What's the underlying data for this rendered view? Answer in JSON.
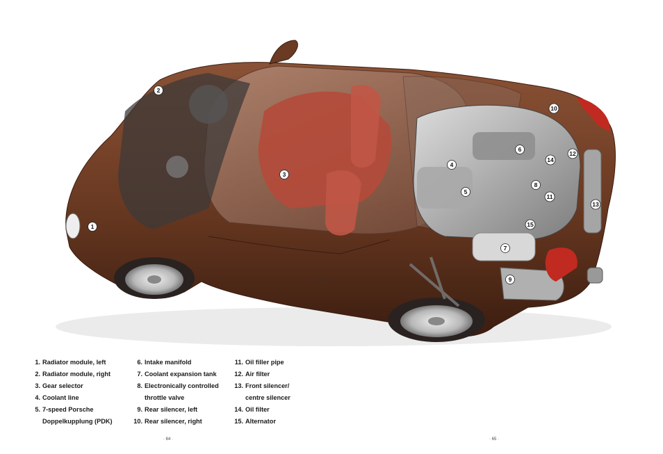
{
  "callouts": [
    "1",
    "2",
    "3",
    "4",
    "5",
    "6",
    "7",
    "8",
    "9",
    "10",
    "11",
    "12",
    "13",
    "14",
    "15"
  ],
  "legend": {
    "col1": [
      {
        "num": "1.",
        "text": "Radiator module, left"
      },
      {
        "num": "2.",
        "text": "Radiator module, right"
      },
      {
        "num": "3.",
        "text": "Gear selector"
      },
      {
        "num": "4.",
        "text": "Coolant line"
      },
      {
        "num": "5.",
        "text": "7-speed Porsche"
      },
      {
        "num": "",
        "text": "Doppelkupplung (PDK)"
      }
    ],
    "col2": [
      {
        "num": "6.",
        "text": "Intake manifold"
      },
      {
        "num": "7.",
        "text": "Coolant expansion tank"
      },
      {
        "num": "8.",
        "text": "Electronically controlled"
      },
      {
        "num": "",
        "text": "throttle valve"
      },
      {
        "num": "9.",
        "text": "Rear silencer, left"
      },
      {
        "num": "10.",
        "text": "Rear silencer, right"
      }
    ],
    "col3": [
      {
        "num": "11.",
        "text": "Oil filler pipe"
      },
      {
        "num": "12.",
        "text": "Air filter"
      },
      {
        "num": "13.",
        "text": "Front silencer/"
      },
      {
        "num": "",
        "text": "centre silencer"
      },
      {
        "num": "14.",
        "text": "Oil filter"
      },
      {
        "num": "15.",
        "text": "Alternator"
      }
    ]
  },
  "pages": {
    "left": "· 64 ·",
    "right": "· 65 ·"
  },
  "colors": {
    "body": "#6b3a22",
    "interior": "#b54a3a",
    "glass": "#9a7b6c",
    "tyre": "#2a2220",
    "rim": "#c8c8c8",
    "taillight": "#c02a20"
  }
}
